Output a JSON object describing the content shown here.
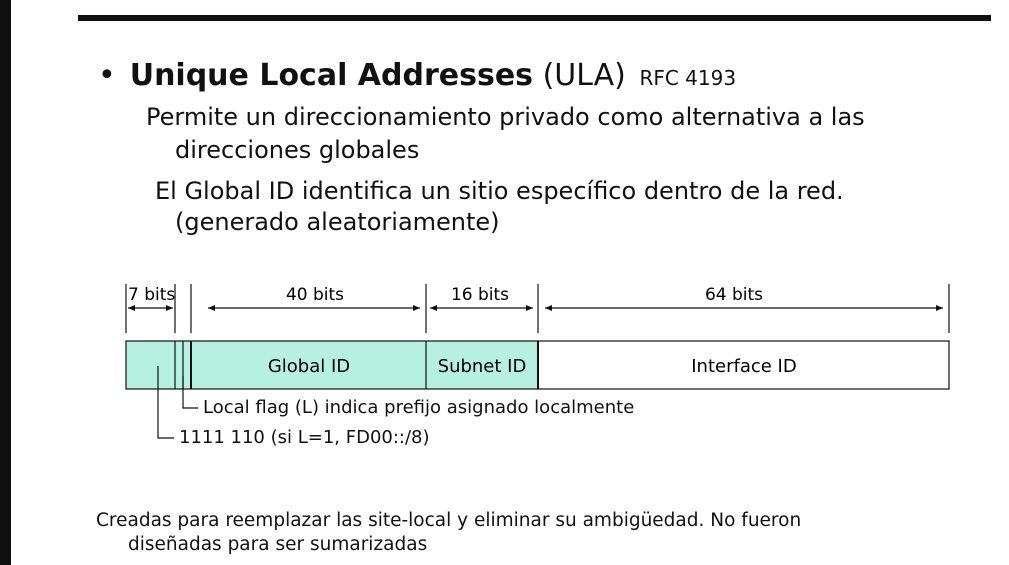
{
  "slide": {
    "bullet": "•",
    "title": "Unique Local Addresses",
    "title_abbr": "(ULA)",
    "title_rfc": "RFC 4193",
    "paragraph1_line1": "Permite un direccionamiento privado como alternativa a las",
    "paragraph1_line2": "direcciones globales",
    "paragraph2_line1": "El Global ID identifica un sitio específico dentro de la red.",
    "paragraph2_line2": "(generado aleatoriamente)",
    "footer_line1": "Creadas para reemplazar las site-local y eliminar su ambigüedad. No fueron",
    "footer_line2": "diseñadas para ser sumarizadas"
  },
  "diagram": {
    "widths": {
      "prefix": "7 bits",
      "global": "40 bits",
      "subnet": "16 bits",
      "interface": "64 bits"
    },
    "fields": {
      "global_id": "Global ID",
      "subnet_id": "Subnet ID",
      "interface_id": "Interface ID"
    },
    "notes": {
      "local_flag": "Local flag (L) indica prefijo asignado localmente",
      "prefix_value": "1111 110 (si L=1, FD00::/8)"
    },
    "colors": {
      "field_fill": "#b5f0e0",
      "interface_fill": "#ffffff",
      "stroke": "#111111"
    }
  }
}
